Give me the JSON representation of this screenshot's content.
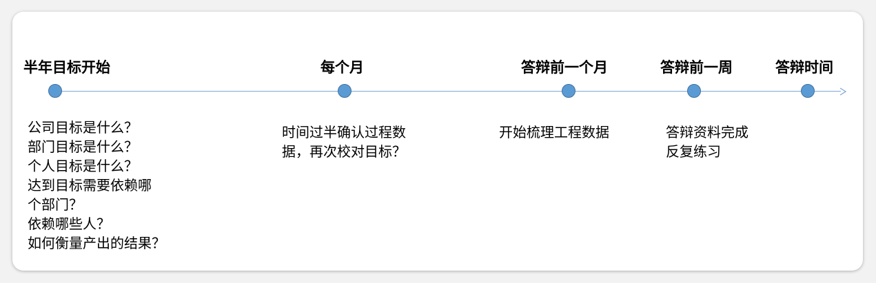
{
  "timeline": {
    "milestones": [
      {
        "label": "半年目标开始",
        "notes": [
          "公司目标是什么？",
          "部门目标是什么？",
          "个人目标是什么？",
          "达到目标需要依赖哪",
          "个部门？",
          "依赖哪些人？",
          "如何衡量产出的结果？"
        ]
      },
      {
        "label": "每个月",
        "notes": [
          "时间过半确认过程数",
          "据，再次校对目标？"
        ]
      },
      {
        "label": "答辩前一个月",
        "notes": [
          "开始梳理工程数据"
        ]
      },
      {
        "label": "答辩前一周",
        "notes": [
          "答辩资料完成",
          "反复练习"
        ]
      },
      {
        "label": "答辩时间",
        "notes": []
      }
    ],
    "colors": {
      "node_fill": "#5b9bd5",
      "node_stroke": "#41719c",
      "axis": "#7fa7d4"
    }
  }
}
